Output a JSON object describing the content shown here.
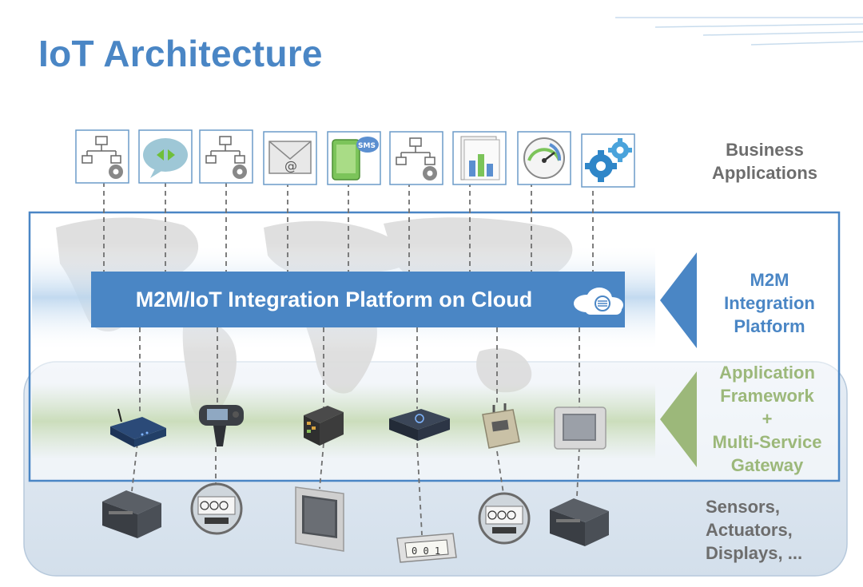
{
  "title": "IoT Architecture",
  "layers": {
    "business": "Business\nApplications",
    "platform": "M2M\nIntegration\nPlatform",
    "framework": "Application\nFramework\n+\nMulti-Service\nGateway",
    "sensors": "Sensors,\nActuators,\nDisplays, ..."
  },
  "platform_bar": "M2M/IoT Integration Platform on Cloud",
  "app_icon_labels": {
    "sms": "SMS"
  },
  "app_icons": [
    "network-settings-icon",
    "chat-arrows-icon",
    "network-settings-icon",
    "email-icon",
    "sms-tablet-icon",
    "network-settings-icon",
    "reports-chart-icon",
    "gauge-icon",
    "gears-icon"
  ],
  "gateway_devices": [
    "router-device",
    "handheld-terminal",
    "industrial-gateway",
    "set-top-gateway",
    "portable-radio",
    "touch-panel"
  ],
  "sensor_devices": [
    "io-module",
    "electric-meter",
    "display-panel",
    "lcd-counter",
    "electric-meter",
    "io-module"
  ],
  "colors": {
    "title": "#4a86c5",
    "platform_blue": "#4a86c5",
    "framework_green": "#9cb87a",
    "sensor_panel": "#dfe8f1",
    "text_gray": "#6d6d6d"
  }
}
